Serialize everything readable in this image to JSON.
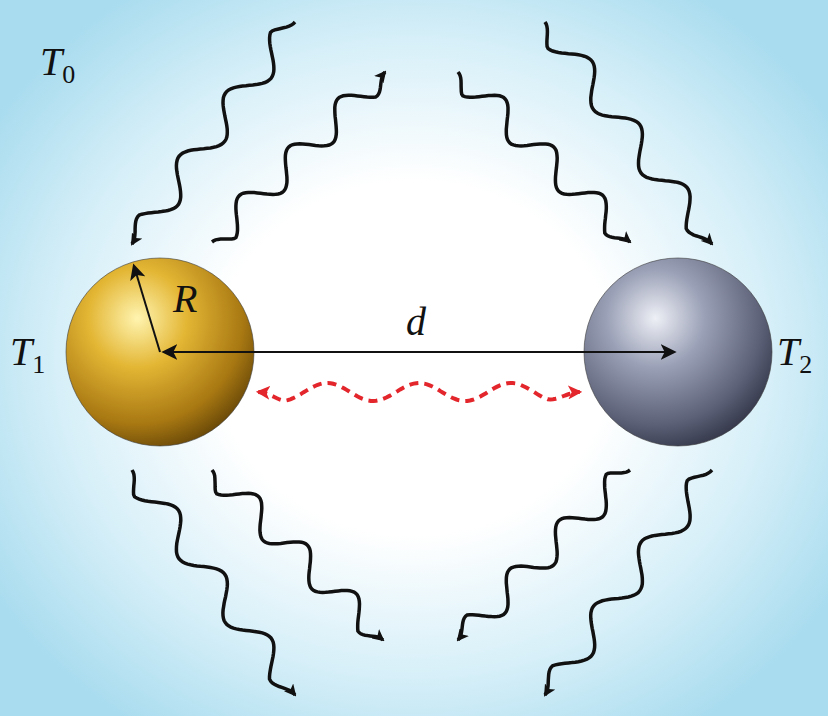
{
  "diagram": {
    "nodes": [
      {
        "text": [
          "R",
          "T1"
        ]
      },
      {
        "text": [
          "T2"
        ]
      }
    ],
    "edges": [
      {
        "from": 0,
        "to": 1,
        "arrow": "both"
      }
    ],
    "labels": [
      "T0",
      "d"
    ]
  }
}
